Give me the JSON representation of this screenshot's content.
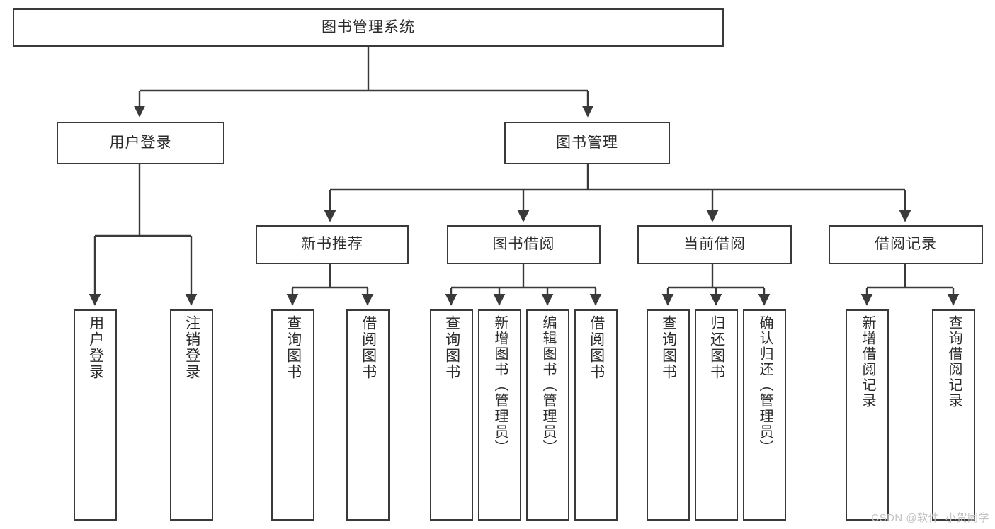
{
  "diagram": {
    "title": "图书管理系统",
    "type": "tree-hierarchy",
    "root": {
      "id": "root",
      "label": "图书管理系统"
    },
    "level2": [
      {
        "id": "user-login",
        "label": "用户登录"
      },
      {
        "id": "book-manage",
        "label": "图书管理"
      }
    ],
    "level3": [
      {
        "id": "new-book-recommend",
        "label": "新书推荐",
        "parent": "book-manage"
      },
      {
        "id": "book-borrow",
        "label": "图书借阅",
        "parent": "book-manage"
      },
      {
        "id": "current-borrow",
        "label": "当前借阅",
        "parent": "book-manage"
      },
      {
        "id": "borrow-record",
        "label": "借阅记录",
        "parent": "book-manage"
      }
    ],
    "leaves": [
      {
        "id": "leaf-user-login",
        "label": "用户登录",
        "parent": "user-login"
      },
      {
        "id": "leaf-user-logout",
        "label": "注销登录",
        "parent": "user-login"
      },
      {
        "id": "leaf-query-book-1",
        "label": "查询图书",
        "parent": "new-book-recommend"
      },
      {
        "id": "leaf-borrow-book-1",
        "label": "借阅图书",
        "parent": "new-book-recommend"
      },
      {
        "id": "leaf-query-book-2",
        "label": "查询图书",
        "parent": "book-borrow"
      },
      {
        "id": "leaf-add-book",
        "label": "新增图书（管理员）",
        "parent": "book-borrow"
      },
      {
        "id": "leaf-edit-book",
        "label": "编辑图书（管理员）",
        "parent": "book-borrow"
      },
      {
        "id": "leaf-borrow-book-2",
        "label": "借阅图书",
        "parent": "book-borrow"
      },
      {
        "id": "leaf-query-book-3",
        "label": "查询图书",
        "parent": "current-borrow"
      },
      {
        "id": "leaf-return-book",
        "label": "归还图书",
        "parent": "current-borrow"
      },
      {
        "id": "leaf-confirm-return",
        "label": "确认归还（管理员）",
        "parent": "current-borrow"
      },
      {
        "id": "leaf-add-record",
        "label": "新增借阅记录",
        "parent": "borrow-record"
      },
      {
        "id": "leaf-query-record",
        "label": "查询借阅记录",
        "parent": "borrow-record"
      }
    ],
    "colors": {
      "stroke": "#3a3a3a",
      "fill": "#ffffff",
      "text": "#2b2b2b",
      "watermark": "#c3c3c3"
    }
  },
  "watermark": {
    "text": "CSDN @软件_小贺同学"
  }
}
